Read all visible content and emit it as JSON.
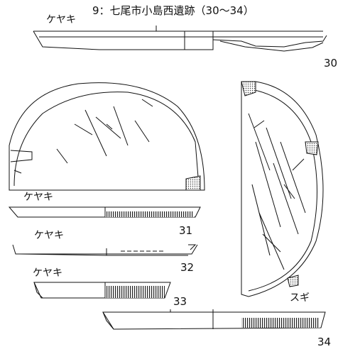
{
  "header": {
    "wood_keyaki": "ケヤキ",
    "title": "9：七尾市小島西遺跡（30〜34）"
  },
  "artifacts": [
    {
      "number": "30",
      "wood": ""
    },
    {
      "number": "31",
      "wood": "ケヤキ"
    },
    {
      "number": "32",
      "wood": "ケヤキ"
    },
    {
      "number": "33",
      "wood": "ケヤキ"
    },
    {
      "number": "34",
      "wood": "スギ"
    }
  ]
}
